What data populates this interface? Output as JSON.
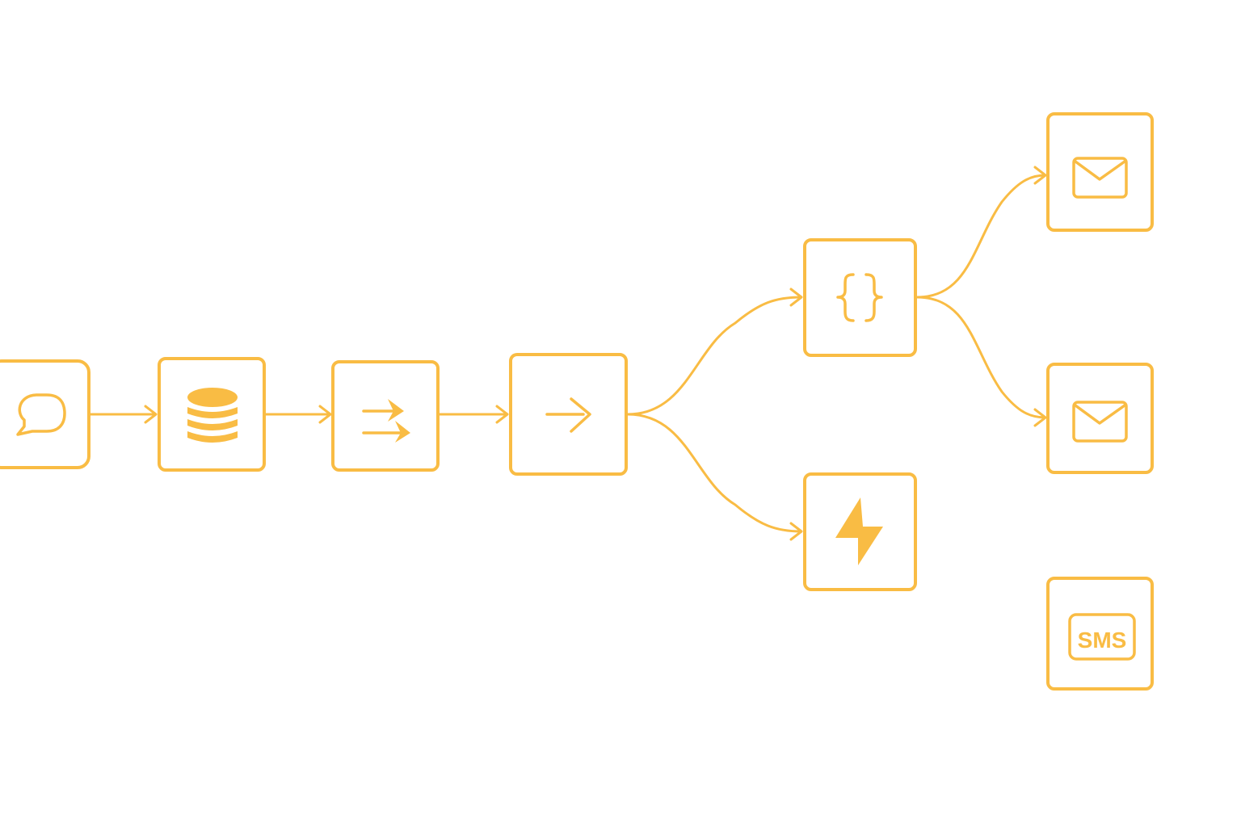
{
  "diagram": {
    "accent_color": "#F9BC44",
    "nodes": [
      {
        "id": "chat",
        "icon": "chat-bubble-icon"
      },
      {
        "id": "database",
        "icon": "database-icon"
      },
      {
        "id": "split",
        "icon": "double-arrow-icon"
      },
      {
        "id": "route",
        "icon": "arrow-right-icon"
      },
      {
        "id": "json",
        "icon": "curly-braces-icon"
      },
      {
        "id": "trigger",
        "icon": "lightning-bolt-icon"
      },
      {
        "id": "email-1",
        "icon": "envelope-icon"
      },
      {
        "id": "email-2",
        "icon": "envelope-icon"
      },
      {
        "id": "sms",
        "icon": "sms-icon",
        "label": "SMS"
      }
    ],
    "edges": [
      [
        "chat",
        "database"
      ],
      [
        "database",
        "split"
      ],
      [
        "split",
        "route"
      ],
      [
        "route",
        "json"
      ],
      [
        "route",
        "trigger"
      ],
      [
        "json",
        "email-1"
      ],
      [
        "json",
        "email-2"
      ]
    ]
  }
}
